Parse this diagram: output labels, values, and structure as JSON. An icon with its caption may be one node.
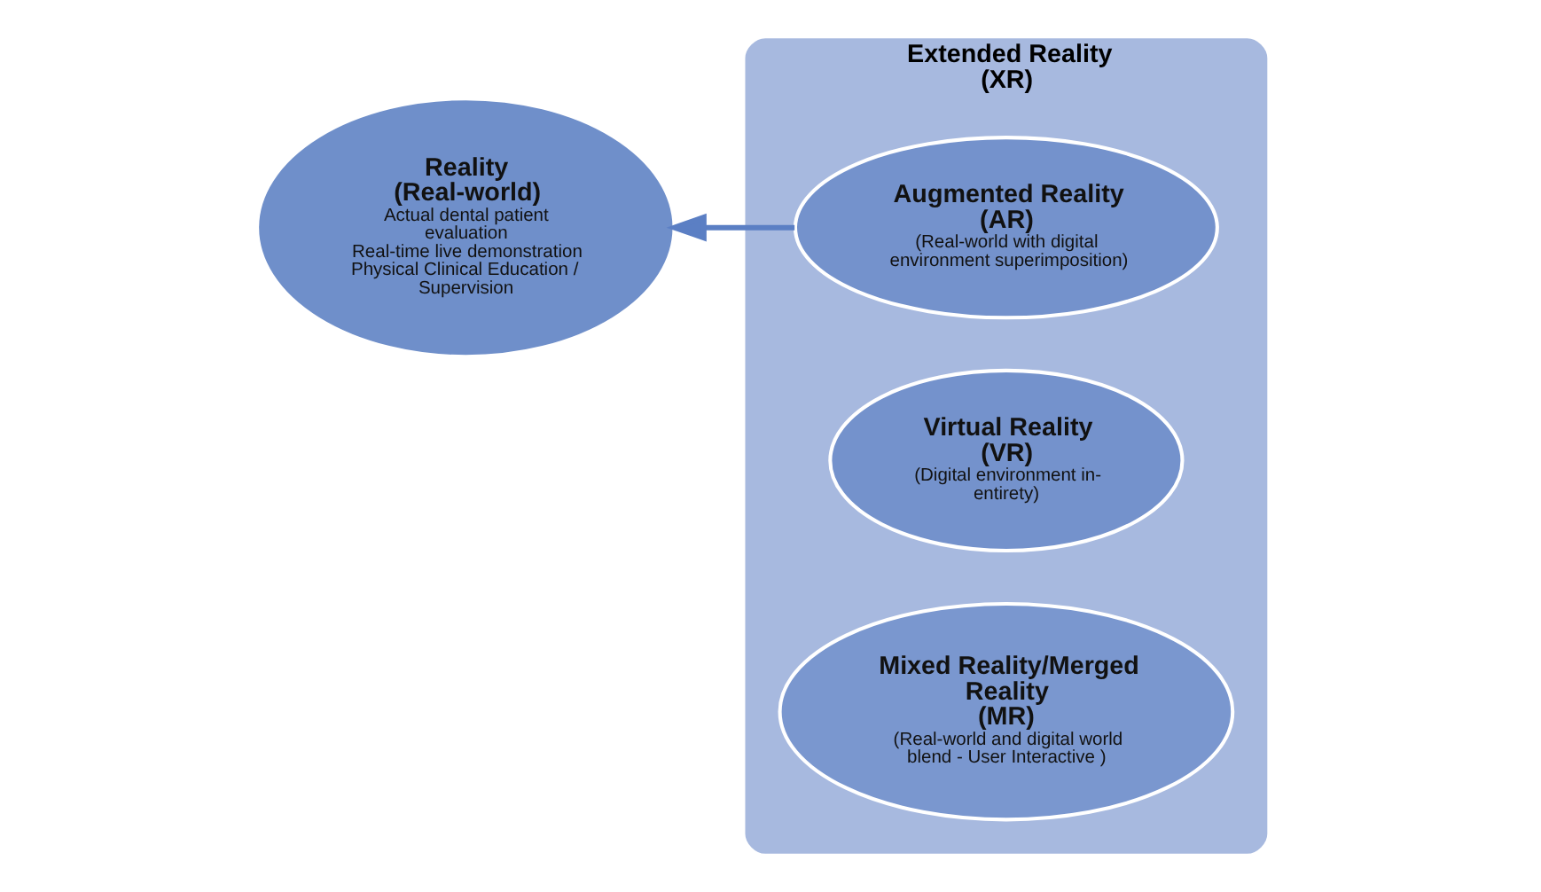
{
  "diagram": {
    "nodes": [
      {
        "text": [
          "Reality",
          "(Real-world)",
          "Actual dental patient evaluation",
          "Real-time live demonstration",
          "Physical Clinical Education / Supervision"
        ]
      },
      {
        "text": [
          "Extended Reality",
          "(XR)"
        ]
      },
      {
        "text": [
          "Augmented Reality",
          "(AR)",
          "(Real-world with digital environment superimposition)"
        ],
        "in": 1
      },
      {
        "text": [
          "Virtual Reality",
          "(VR)",
          "(Digital environment in-entirety)"
        ],
        "in": 1
      },
      {
        "text": [
          "Mixed Reality/Merged Reality",
          "(MR)",
          "(Real-world and digital world blend - User Interactive )"
        ],
        "in": 1
      }
    ],
    "edges": [
      {
        "from": 2,
        "to": 0,
        "arrow": "to"
      }
    ]
  }
}
